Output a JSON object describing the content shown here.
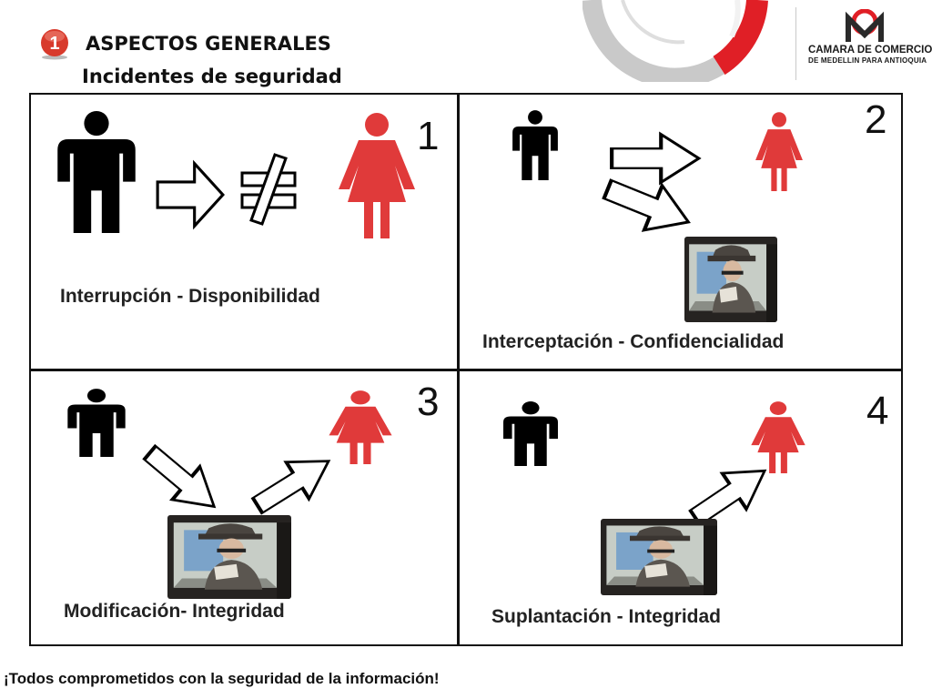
{
  "header": {
    "badge_number": "1",
    "title": "ASPECTOS GENERALES",
    "subtitle": "Incidentes de seguridad"
  },
  "brand": {
    "line1": "CAMARA DE COMERCIO",
    "registered": "®",
    "line2": "DE MEDELLIN PARA ANTIOQUIA"
  },
  "quadrants": [
    {
      "number": "1",
      "label": "Interrupción - Disponibilidad"
    },
    {
      "number": "2",
      "label": "Interceptación - Confidencialidad"
    },
    {
      "number": "3",
      "label": "Modificación- Integridad"
    },
    {
      "number": "4",
      "label": "Suplantación - Integridad"
    }
  ],
  "footer": {
    "text": "¡Todos comprometidos con la seguridad de la información!"
  },
  "colors": {
    "accent_red": "#e03a3a",
    "figure_black": "#000000",
    "badge_red": "#d83a2c"
  },
  "icons": [
    "man-icon",
    "woman-icon",
    "arrow-icon",
    "not-equal-icon",
    "spy-computer-icon",
    "badge-icon",
    "logo-icon"
  ]
}
